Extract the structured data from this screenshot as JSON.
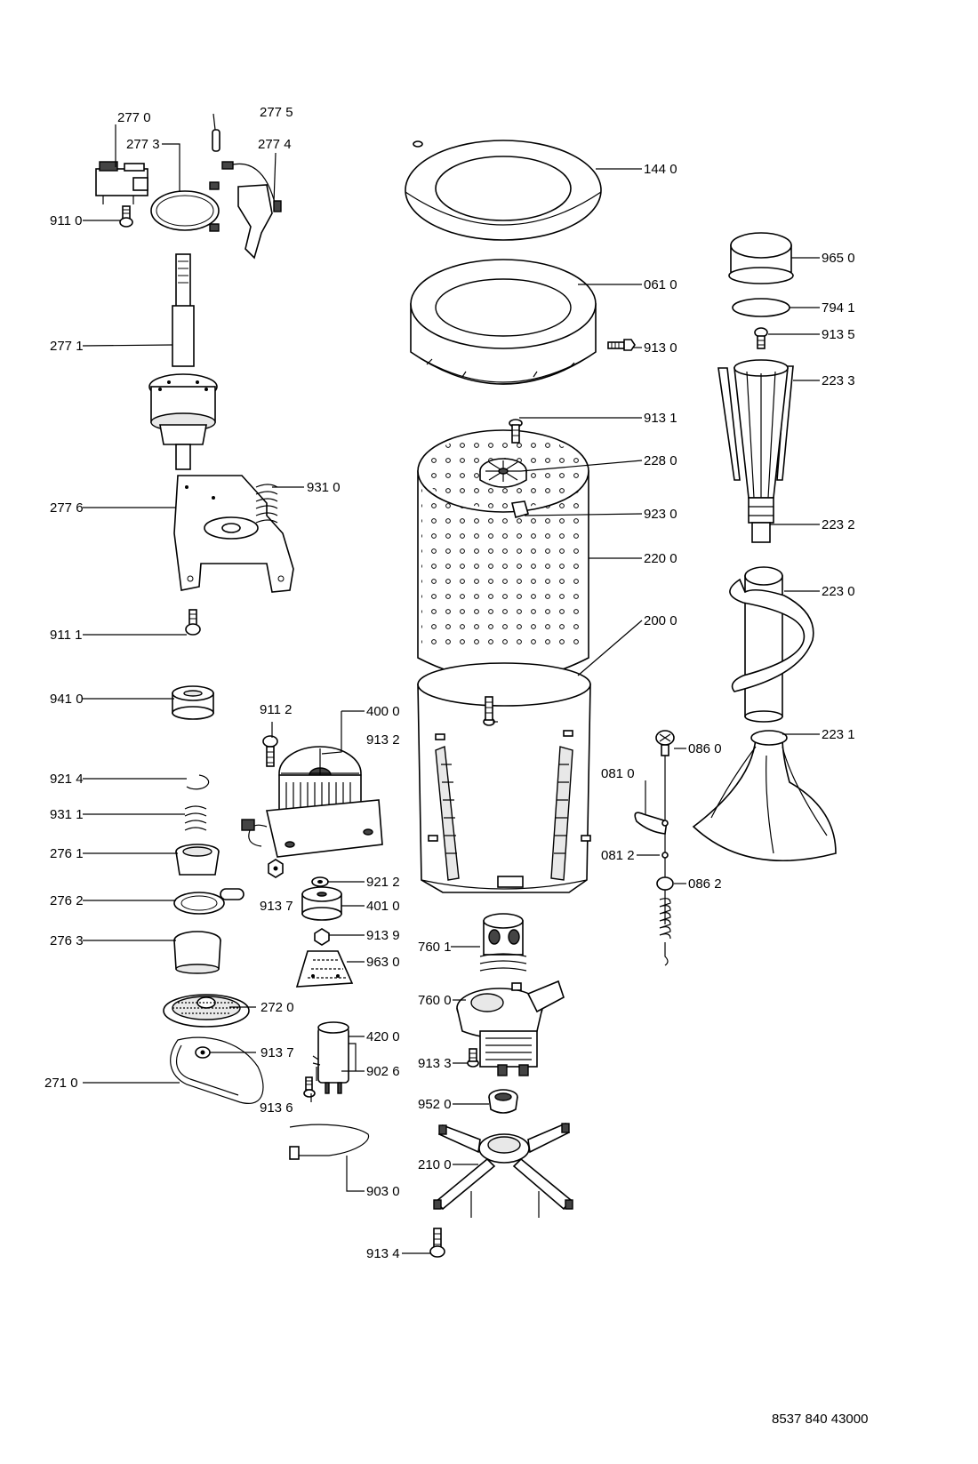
{
  "callouts": {
    "c2770": "277 0",
    "c2775": "277 5",
    "c2773": "277 3",
    "c2774": "277 4",
    "c9110": "911 0",
    "c2771": "277 1",
    "c2776": "277 6",
    "c9310": "931 0",
    "c9111": "911 1",
    "c9410": "941 0",
    "c9214": "921 4",
    "c9311": "931 1",
    "c2761": "276 1",
    "c2762": "276 2",
    "c2763": "276 3",
    "c2720": "272 0",
    "c9137a": "913 7",
    "c2710": "271 0",
    "c9112": "911 2",
    "c4000": "400 0",
    "c9212": "921 2",
    "c9137b": "913 7",
    "c4010": "401 0",
    "c9139": "913 9",
    "c9630": "963 0",
    "c4200": "420 0",
    "c9026": "902 6",
    "c9136": "913 6",
    "c9030": "903 0",
    "c1440": "144 0",
    "c0610": "061 0",
    "c9130": "913 0",
    "c9131": "913 1",
    "c2280": "228 0",
    "c9230": "923 0",
    "c2200": "220 0",
    "c2000": "200 0",
    "c9132": "913 2",
    "c7601": "760 1",
    "c7600": "760 0",
    "c9133": "913 3",
    "c9520": "952 0",
    "c2100": "210 0",
    "c9134": "913 4",
    "c9650": "965 0",
    "c7941": "794 1",
    "c9135": "913 5",
    "c2233": "223 3",
    "c2232": "223 2",
    "c2230": "223 0",
    "c2231": "223 1",
    "c0860": "086 0",
    "c0810": "081 0",
    "c0812": "081 2",
    "c0862": "086 2"
  },
  "document_number": "8537 840 43000",
  "icons": [
    "exploded-view-washing-machine-parts"
  ]
}
